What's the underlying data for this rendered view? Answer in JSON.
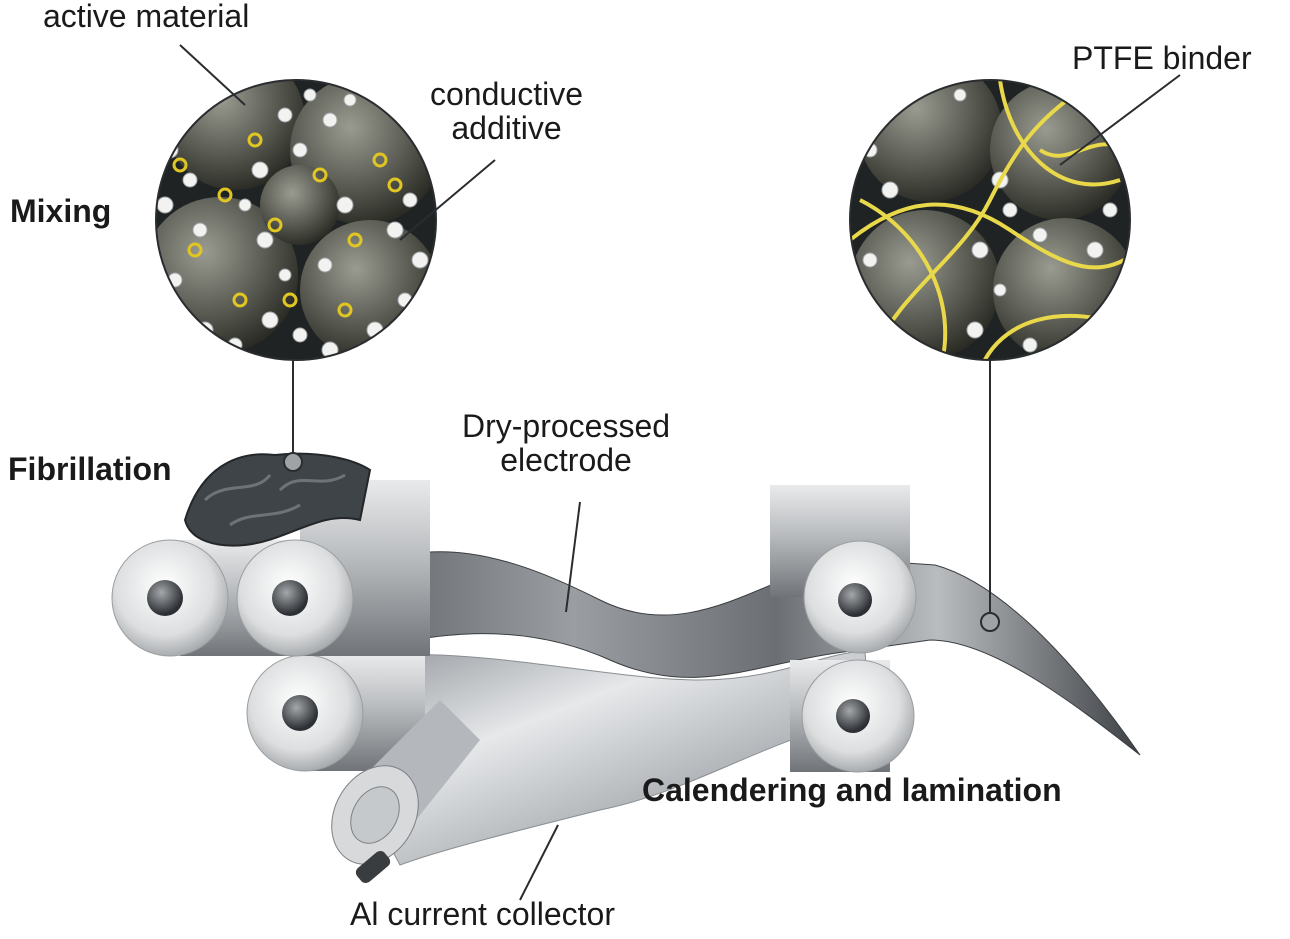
{
  "labels": {
    "active_material": "active material",
    "conductive_additive": "conductive\nadditive",
    "mixing": "Mixing",
    "ptfe_binder": "PTFE binder",
    "fibrillation": "Fibrillation",
    "dry_electrode": "Dry-processed\nelectrode",
    "calendering": "Calendering and lamination",
    "al_collector": "Al current collector"
  },
  "colors": {
    "ptfe_fiber": "#e8d84a",
    "conductive_particle": "#f2f2f0",
    "active_particle": "#5d5f58",
    "roller_metal": "#c9cbcd"
  }
}
